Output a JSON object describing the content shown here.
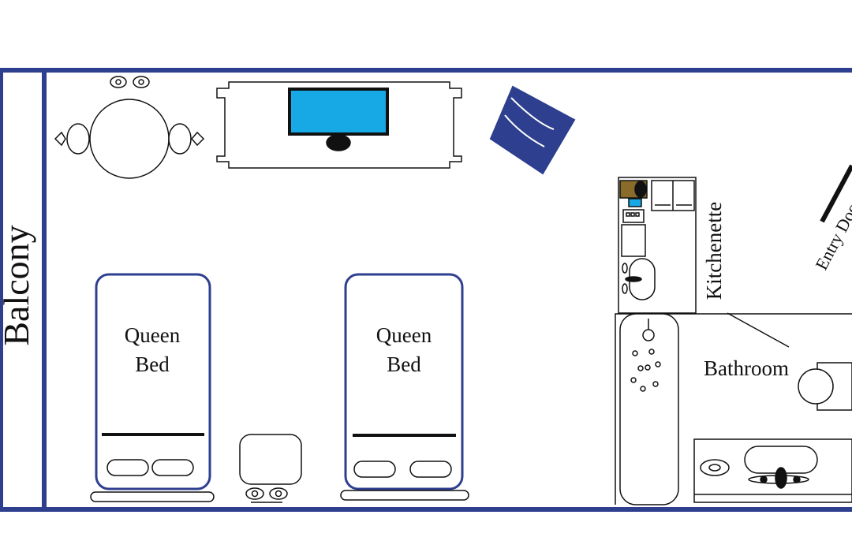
{
  "labels": {
    "balcony": "Balcony",
    "bed_1_line_1": "Queen",
    "bed_1_line_2": "Bed",
    "bed_2_line_1": "Queen",
    "bed_2_line_2": "Bed",
    "kitchenette": "Kitchenette",
    "bathroom": "Bathroom",
    "entry_door": "Entry Door"
  },
  "colors": {
    "wall": "#2e3f8f",
    "bed_outline": "#2e3f8f",
    "chair": "#2e3f8f",
    "tv_screen": "#16a9e6",
    "line": "#000000"
  }
}
